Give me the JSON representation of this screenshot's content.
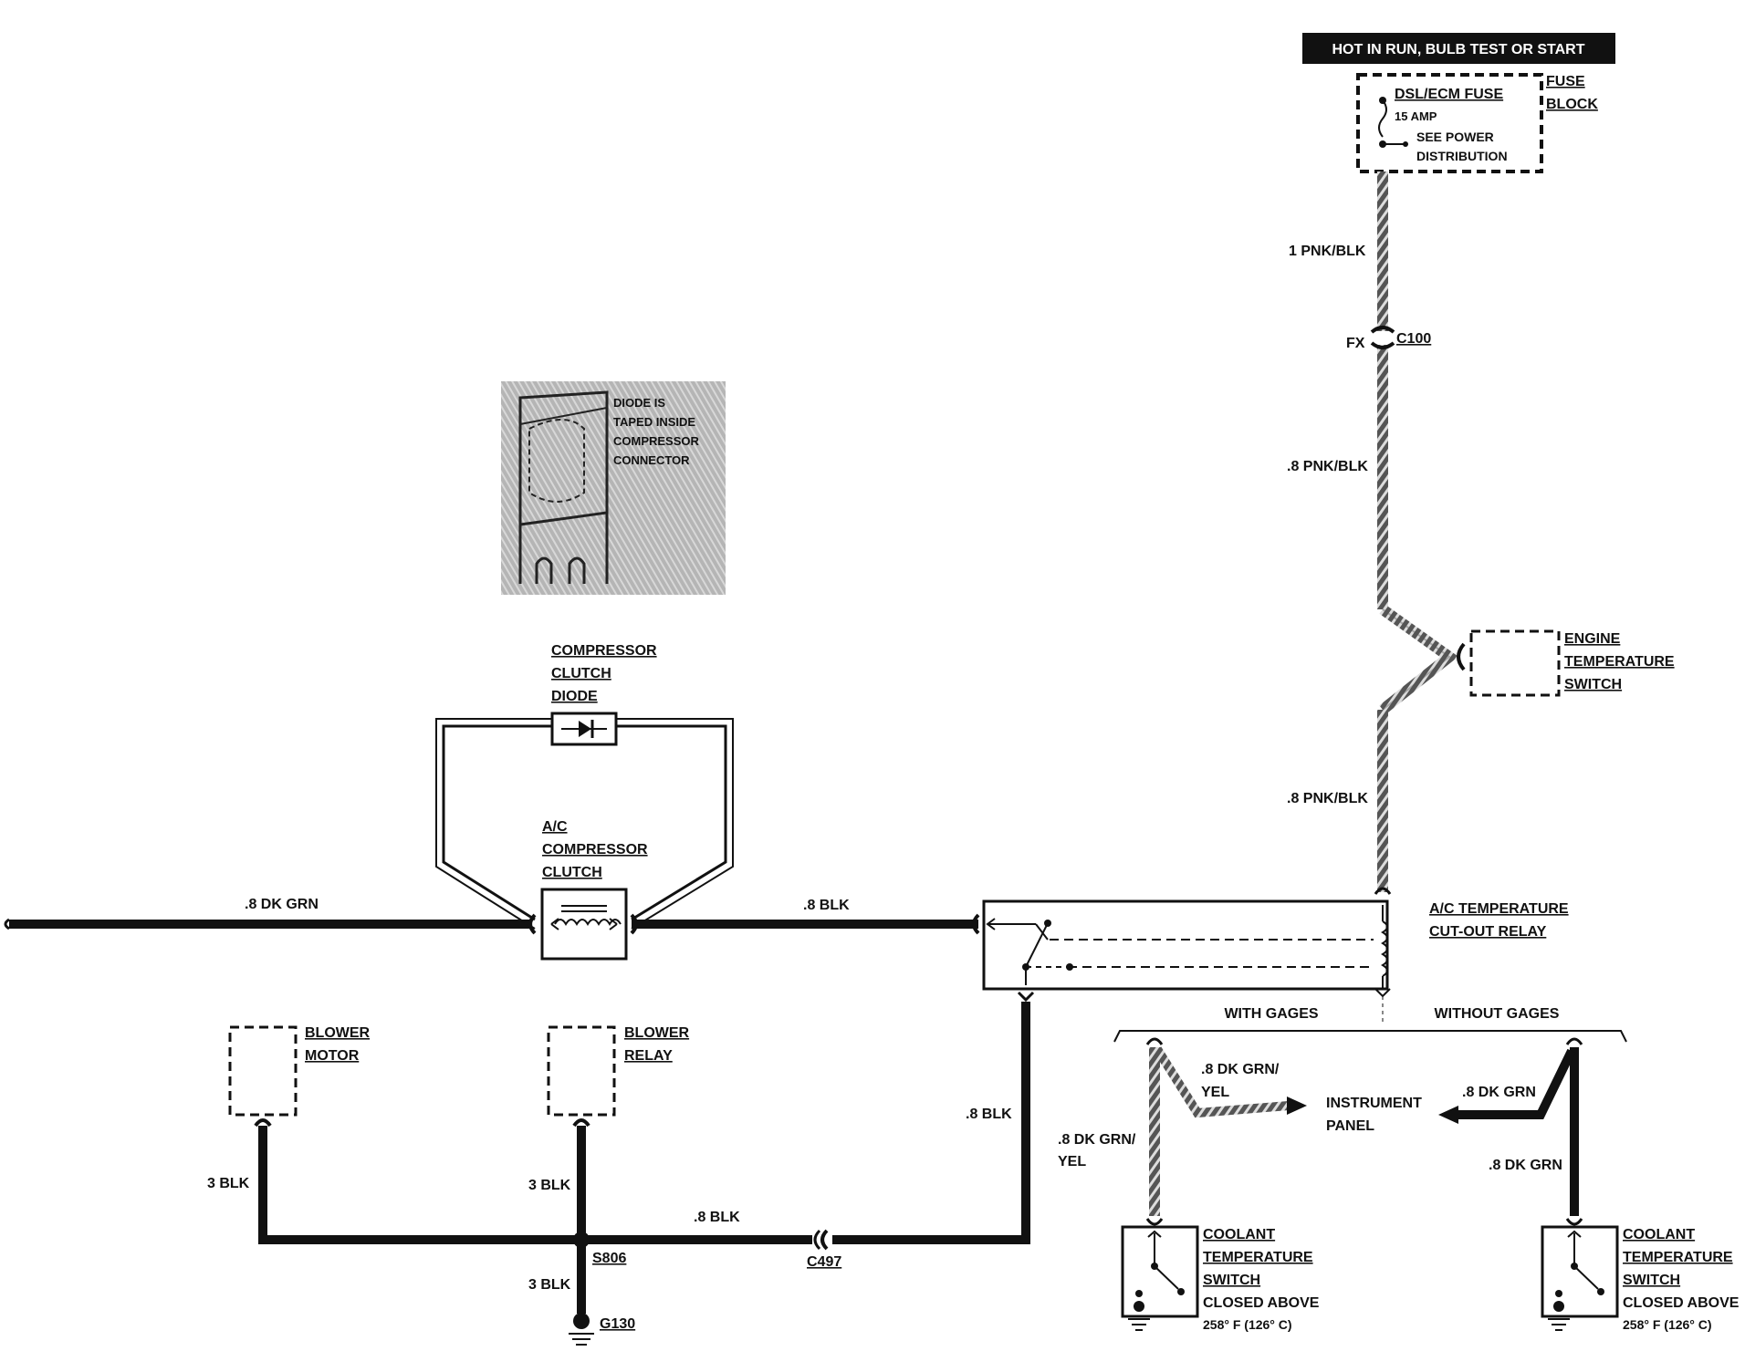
{
  "header": {
    "power_label": "HOT IN RUN,   BULB TEST OR START"
  },
  "fuse_block": {
    "fuse_name": "DSL/ECM FUSE",
    "rating": "15 AMP",
    "note_line1": "SEE POWER",
    "note_line2": "DISTRIBUTION",
    "title_line1": "FUSE",
    "title_line2": "BLOCK"
  },
  "wires": {
    "pnk_blk_1": "1 PNK/BLK",
    "pnk_blk_upper": ".8 PNK/BLK",
    "pnk_blk_lower": ".8 PNK/BLK",
    "dk_grn_main": ".8 DK GRN",
    "blk_clutch": ".8 BLK",
    "blk_relay_down": ".8 BLK",
    "blk_c497": ".8 BLK",
    "blk_motor": "3 BLK",
    "blk_relay": "3 BLK",
    "blk_ground": "3 BLK",
    "dk_grn_yel_to_panel_1": ".8 DK GRN/",
    "dk_grn_yel_to_panel_2": "YEL",
    "dk_grn_yel_switch_1": ".8 DK GRN/",
    "dk_grn_yel_switch_2": "YEL",
    "dk_grn_to_panel": ".8 DK GRN",
    "dk_grn_switch": ".8 DK GRN"
  },
  "connectors": {
    "fx": "FX",
    "c100": "C100",
    "c497": "C497",
    "s806": "S806",
    "g130": "G130"
  },
  "components": {
    "engine_temp_switch": [
      "ENGINE",
      "TEMPERATURE",
      "SWITCH"
    ],
    "relay": [
      "A/C TEMPERATURE",
      "CUT-OUT RELAY"
    ],
    "clutch": [
      "A/C",
      "COMPRESSOR",
      "CLUTCH"
    ],
    "diode": [
      "COMPRESSOR",
      "CLUTCH",
      "DIODE"
    ],
    "blower_motor": [
      "BLOWER",
      "MOTOR"
    ],
    "blower_relay": [
      "BLOWER",
      "RELAY"
    ],
    "instrument_panel": [
      "INSTRUMENT",
      "PANEL"
    ],
    "coolant_switch_left": [
      "COOLANT",
      "TEMPERATURE",
      "SWITCH",
      "CLOSED ABOVE",
      "258° F (126° C)"
    ],
    "coolant_switch_right": [
      "COOLANT",
      "TEMPERATURE",
      "SWITCH",
      "CLOSED ABOVE",
      "258° F (126° C)"
    ]
  },
  "branches": {
    "with_gages": "WITH GAGES",
    "without_gages": "WITHOUT GAGES"
  },
  "inset_note": [
    "DIODE IS",
    "TAPED INSIDE",
    "COMPRESSOR",
    "CONNECTOR"
  ]
}
